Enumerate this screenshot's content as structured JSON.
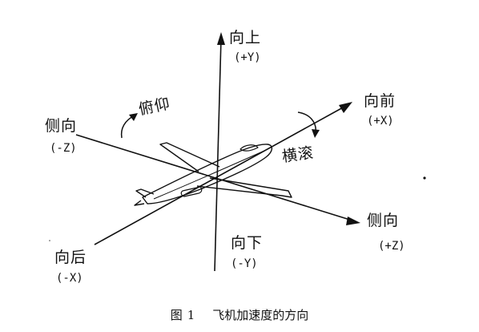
{
  "labels": {
    "up": "向上",
    "up_sign": "(+Y)",
    "down": "向下",
    "down_sign": "(-Y)",
    "forward": "向前",
    "forward_sign": "(+X)",
    "backward": "向后",
    "backward_sign": "(-X)",
    "side_left": "侧向",
    "side_left_sign": "(-Z)",
    "side_right": "侧向",
    "side_right_sign": "(+Z)",
    "pitch": "俯仰",
    "roll": "横滚"
  },
  "caption": {
    "figure": "图",
    "number": "1",
    "text": "飞机加速度的方向"
  },
  "colors": {
    "ink": "#111111",
    "paper": "#ffffff"
  }
}
